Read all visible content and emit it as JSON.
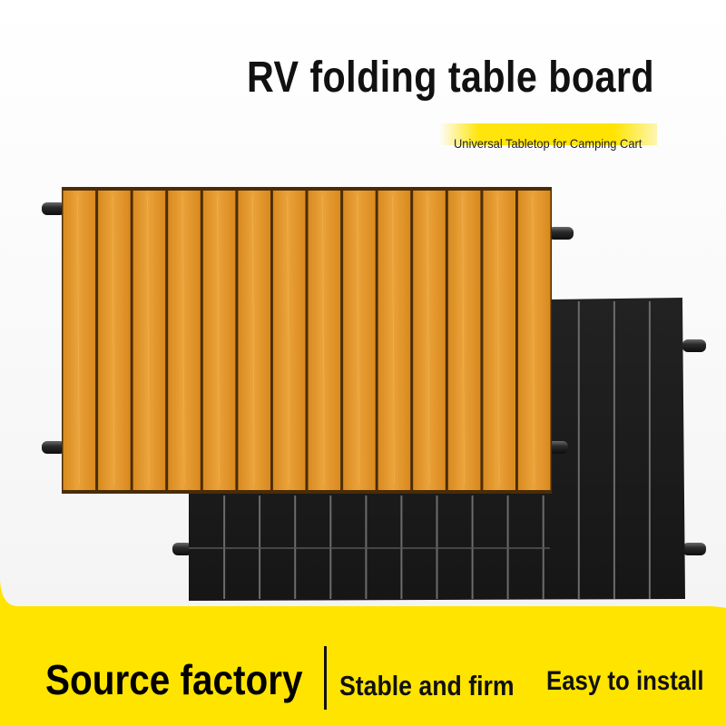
{
  "header": {
    "title": "RV folding table board",
    "subtitle": "Universal Tabletop for Camping Cart"
  },
  "footer": {
    "left_label": "Source factory",
    "middle_label": "Stable and firm",
    "right_label": "Easy to install"
  },
  "colors": {
    "accent_yellow": "#ffe400",
    "wood_orange": "#e39a2c",
    "board_black": "#1c1c1c"
  },
  "product": {
    "wood_slats": 14,
    "black_slats": 14
  }
}
